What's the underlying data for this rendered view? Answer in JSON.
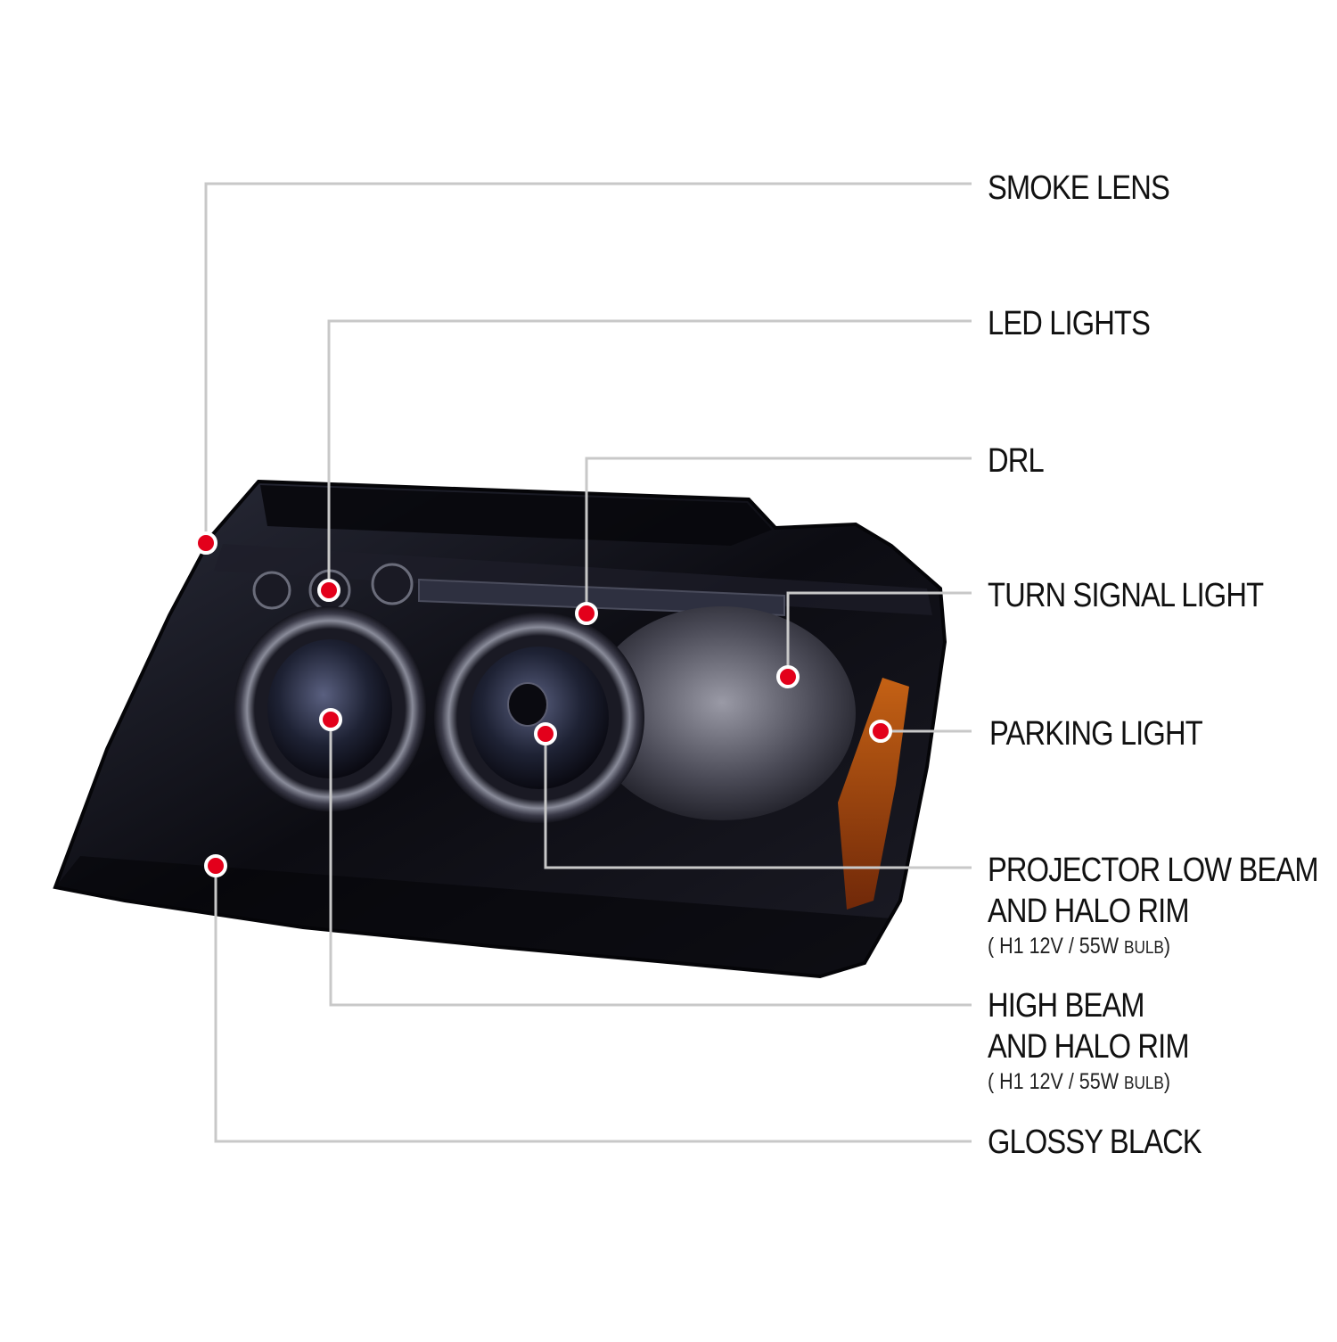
{
  "colors": {
    "leader_line": "#c8c8c8",
    "marker_fill": "#e3001b",
    "marker_ring": "#ffffff",
    "label_text": "#111111",
    "housing": "#14141c",
    "amber": "#c0500a"
  },
  "callouts": [
    {
      "id": "smoke_lens",
      "lines": [
        "SMOKE LENS"
      ]
    },
    {
      "id": "led_lights",
      "lines": [
        "LED LIGHTS"
      ]
    },
    {
      "id": "drl",
      "lines": [
        "DRL"
      ]
    },
    {
      "id": "turn_signal",
      "lines": [
        "TURN SIGNAL LIGHT"
      ]
    },
    {
      "id": "parking",
      "lines": [
        "PARKING LIGHT"
      ]
    },
    {
      "id": "projector_low",
      "lines": [
        "PROJECTOR LOW BEAM",
        "AND HALO RIM"
      ],
      "note": {
        "open": "(",
        "spec": "H1  12V / 55W",
        "unit": "BULB",
        "close": ")"
      }
    },
    {
      "id": "high_beam",
      "lines": [
        "HIGH BEAM",
        "AND HALO RIM"
      ],
      "note": {
        "open": "(",
        "spec": "H1  12V / 55W",
        "unit": "BULB",
        "close": ")"
      }
    },
    {
      "id": "glossy_black",
      "lines": [
        "GLOSSY BLACK"
      ]
    }
  ]
}
